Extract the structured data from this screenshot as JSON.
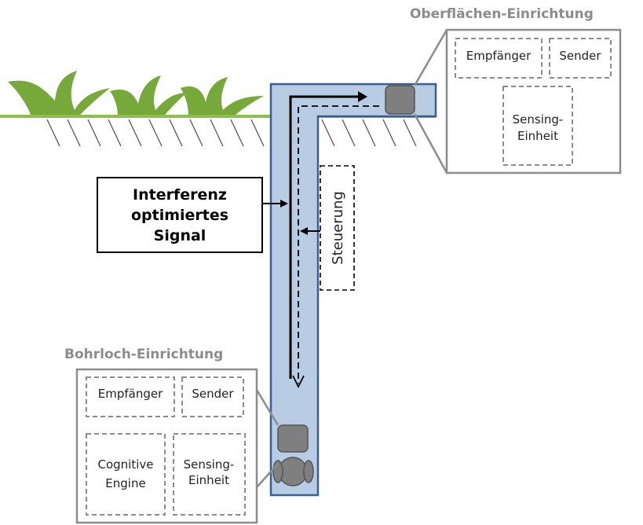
{
  "surface_unit": {
    "title": "Oberflächen-Einrichtung",
    "receiver": "Empfänger",
    "transmitter": "Sender",
    "sensing_line1": "Sensing-",
    "sensing_line2": "Einheit"
  },
  "borehole_unit": {
    "title": "Bohrloch-Einrichtung",
    "receiver": "Empfänger",
    "transmitter": "Sender",
    "cognitive_line1": "Cognitive",
    "cognitive_line2": "Engine",
    "sensing_line1": "Sensing-",
    "sensing_line2": "Einheit"
  },
  "signal_box": {
    "line1": "Interferenz",
    "line2": "optimiertes",
    "line3": "Signal"
  },
  "control_label": "Steuerung",
  "colors": {
    "pipe_fill": "#b8cce4",
    "pipe_stroke": "#3a5f8f",
    "plant": "#77a83a",
    "ground": "#8dbf4a",
    "device": "#7f7f7f",
    "frame": "#8c8c8c"
  }
}
